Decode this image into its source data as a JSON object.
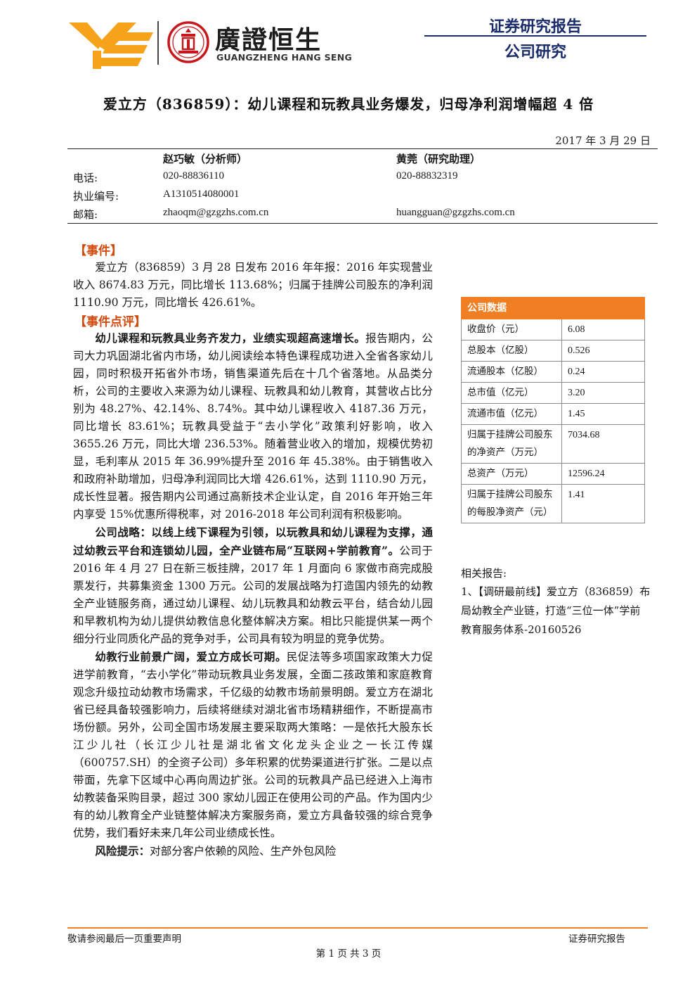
{
  "header": {
    "brand_cn": "廣證恒生",
    "brand_en": "GUANGZHENG HANG SENG",
    "report_type": "证券研究报告",
    "report_subtype": "公司研究",
    "colors": {
      "brand_orange": "#f7a21b",
      "brand_red": "#c8161d",
      "navy": "#1a2c6b",
      "accent_orange": "#f07f24"
    },
    "icons": [
      "ye-logo-icon",
      "seal-logo-icon"
    ]
  },
  "title": "爱立方（836859）：幼儿课程和玩教具业务爆发，归母净利润增幅超 4 倍",
  "date": "2017 年 3 月 29 日",
  "analysts": {
    "labels": {
      "phone": "电话:",
      "license": "执业编号:",
      "email": "邮箱:"
    },
    "primary": {
      "name": "赵巧敏（分析师）",
      "phone": "020-88836110",
      "license": "A1310514080001",
      "email": "zhaoqm@gzgzhs.com.cn"
    },
    "assistant": {
      "name": "黄莞（研究助理）",
      "phone": "020-88832319",
      "email": "huangguan@gzgzhs.com.cn"
    }
  },
  "event": {
    "heading": "【事件】",
    "text": "爱立方（836859）3 月 28 日发布 2016 年年报：2016 年实现营业收入 8674.83 万元，同比增长 113.68%；归属于挂牌公司股东的净利润 1110.90 万元，同比增长 426.61%。"
  },
  "comment": {
    "heading": "【事件点评】",
    "p1_bold": "幼儿课程和玩教具业务齐发力，业绩实现超高速增长。",
    "p1_text": "报告期内，公司大力巩固湖北省内市场，幼儿阅读绘本特色课程成功进入全省各家幼儿园，同时积极开拓省外市场，销售渠道先后在十几个省落地。从品类分析，公司的主要收入来源为幼儿课程、玩教具和幼儿教育，其营收占比分别为 48.27%、42.14%、8.74%。其中幼儿课程收入 4187.36 万元，同比增长 83.61%；玩教具受益于“去小学化”政策利好影响，收入 3655.26 万元，同比大增 236.53%。随着营业收入的增加，规模优势初显，毛利率从 2015 年 36.99%提升至 2016 年 45.38%。由于销售收入和政府补助增加，归母净利润同比大增 426.61%，达到 1110.90 万元，成长性显著。报告期内公司通过高新技术企业认定，自 2016 年开始三年内享受 15%优惠所得税率，对 2016-2018 年公司利润有积极影响。",
    "p2_bold": "公司战略：以线上线下课程为引领，以玩教具和幼儿课程为支撑，通过幼教云平台和连锁幼儿园，全产业链布局“互联网+学前教育”。",
    "p2_text": "公司于 2016 年 4 月 27 日在新三板挂牌，2017 年 1 月面向 6 家做市商完成股票发行，共募集资金 1300 万元。公司的发展战略为打造国内领先的幼教全产业链服务商，通过幼儿课程、幼儿玩教具和幼教云平台，结合幼儿园和早教机构为幼儿提供幼教信息化整体解决方案。相比只能提供某一两个细分行业同质化产品的竞争对手，公司具有较为明显的竞争优势。",
    "p3_bold": "幼教行业前景广阔，爱立方成长可期。",
    "p3_text": "民促法等多项国家政策大力促进学前教育，“去小学化”带动玩教具业务发展，全面二孩政策和家庭教育观念升级拉动幼教市场需求，千亿级的幼教市场前景明朗。爱立方在湖北省已经具备较强影响力，后续将继续对湖北省市场精耕细作，不断提高市场份额。另外，公司全国市场发展主要采取两大策略：一是依托大股东长江少儿社（长江少儿社是湖北省文化龙头企业之一长江传媒（600757.SH）的全资子公司）多年积累的优势渠道进行扩张。二是以点带面，先拿下区域中心再向周边扩张。公司的玩教具产品已经进入上海市幼教装备采购目录，超过 300 家幼儿园正在使用公司的产品。作为国内少有的幼儿教育全产业链整体解决方案服务商，爱立方具备较强的综合竞争优势，我们看好未来几年公司业绩成长性。",
    "risk_bold": "风险提示：",
    "risk_text": "对部分客户依赖的风险、生产外包风险"
  },
  "company_data": {
    "heading": "公司数据",
    "rows": [
      {
        "label": "收盘价（元）",
        "value": "6.08"
      },
      {
        "label": "总股本（亿股）",
        "value": "0.526"
      },
      {
        "label": "流通股本（亿股）",
        "value": "0.24"
      },
      {
        "label": "总市值（亿元）",
        "value": "3.20"
      },
      {
        "label": "流通市值（亿元）",
        "value": "1.45"
      },
      {
        "label": "归属于挂牌公司股东的净资产（万元）",
        "value": "7034.68"
      },
      {
        "label": "总资产（万元）",
        "value": "12596.24"
      },
      {
        "label": "归属于挂牌公司股东的每股净资产（元）",
        "value": "1.41"
      }
    ]
  },
  "related": {
    "title": "相关报告:",
    "items": [
      "1、【调研最前线】爱立方（836859）布局幼教全产业链，打造“三位一体”学前教育服务体系-20160526"
    ]
  },
  "footer": {
    "left": "敬请参阅最后一页重要声明",
    "right": "证券研究报告",
    "page": "第 1 页 共 3 页"
  }
}
